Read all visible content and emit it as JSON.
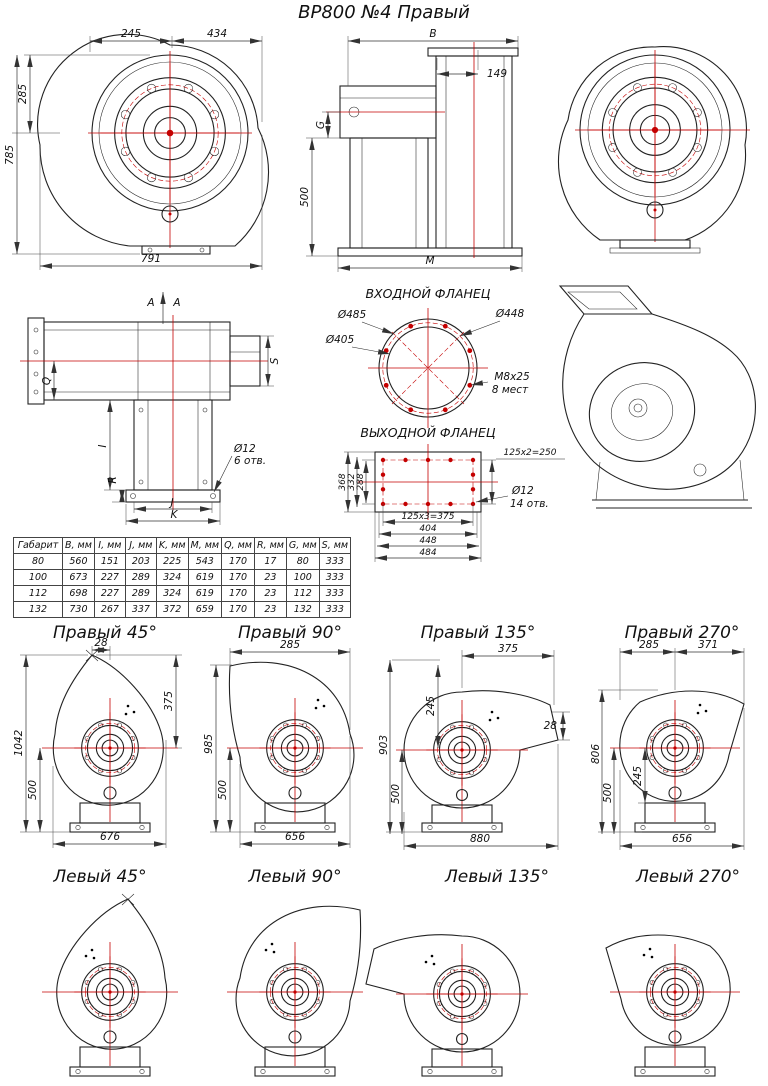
{
  "title": "ВР800 №4 Правый",
  "front_view": {
    "dim_top_left": "245",
    "dim_top_right": "434",
    "dim_left_upper": "285",
    "dim_left_full": "785",
    "dim_bottom": "791"
  },
  "side_view": {
    "dim_width": "B",
    "dim_flange_offset": "149",
    "dim_axis_height": "G",
    "dim_stand_height": "500",
    "dim_base_width": "M"
  },
  "plan_view": {
    "section_a": "А",
    "section_b": "А",
    "dim_q": "Q",
    "dim_s": "S",
    "dim_i": "I",
    "dim_r": "R",
    "dim_j": "J",
    "dim_k": "K",
    "hole_dia": "Ø12",
    "hole_note": "6 отв."
  },
  "inlet_flange": {
    "title": "ВХОДНОЙ ФЛАНЕЦ",
    "dia_outer": "Ø485",
    "dia_bolt_circle": "Ø448",
    "dia_inner": "Ø405",
    "bolt_spec": "M8х25",
    "bolt_note": "8 мест"
  },
  "outlet_flange": {
    "title": "ВЫХОДНОЙ ФЛАНЕЦ",
    "dim_h1": "368",
    "dim_h2": "332",
    "dim_h3": "288",
    "dim_right": "125х2=250",
    "dim_b1": "125х3=375",
    "dim_b2": "404",
    "dim_b3": "448",
    "dim_b4": "484",
    "hole_dia": "Ø12",
    "hole_note": "14 отв."
  },
  "table": {
    "headers": [
      "Габарит",
      "B, мм",
      "I, мм",
      "J, мм",
      "K, мм",
      "M, мм",
      "Q, мм",
      "R, мм",
      "G, мм",
      "S, мм"
    ],
    "rows": [
      [
        "80",
        "560",
        "151",
        "203",
        "225",
        "543",
        "170",
        "17",
        "80",
        "333"
      ],
      [
        "100",
        "673",
        "227",
        "289",
        "324",
        "619",
        "170",
        "23",
        "100",
        "333"
      ],
      [
        "112",
        "698",
        "227",
        "289",
        "324",
        "619",
        "170",
        "23",
        "112",
        "333"
      ],
      [
        "132",
        "730",
        "267",
        "337",
        "372",
        "659",
        "170",
        "23",
        "132",
        "333"
      ]
    ]
  },
  "orient_right": [
    {
      "label": "Правый 45°",
      "dims": {
        "d1": "28",
        "d2": "375",
        "d3": "1042",
        "d4": "500",
        "d5": "676"
      }
    },
    {
      "label": "Правый 90°",
      "dims": {
        "d1": "285",
        "d2": "985",
        "d3": "500",
        "d4": "656"
      }
    },
    {
      "label": "Правый 135°",
      "dims": {
        "d1": "375",
        "d2": "245",
        "d3": "903",
        "d4": "28",
        "d5": "500",
        "d6": "880"
      }
    },
    {
      "label": "Правый 270°",
      "dims": {
        "d1": "285",
        "d2": "371",
        "d3": "806",
        "d4": "245",
        "d5": "500",
        "d6": "656"
      }
    }
  ],
  "orient_left": [
    {
      "label": "Левый 45°"
    },
    {
      "label": "Левый 90°"
    },
    {
      "label": "Левый 135°"
    },
    {
      "label": "Левый 270°"
    }
  ]
}
